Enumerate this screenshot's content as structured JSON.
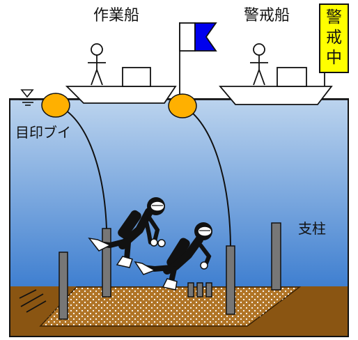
{
  "labels": {
    "work_boat": "作業船",
    "guard_boat": "警戒船",
    "marker_buoy": "目印ブイ",
    "support_post": "支柱",
    "warning_sign": [
      "警",
      "戒",
      "中"
    ]
  },
  "colors": {
    "water_top": "#bcd4ee",
    "water_bottom": "#3f7fd0",
    "seabed": "#8a5512",
    "sand_area": "#b07426",
    "buoy": "#ffb000",
    "flag_blue": "#0000ee",
    "sign": "#ffff00",
    "post": "#777777",
    "diver": "#111111"
  },
  "icons": [
    "person-icon",
    "flag-icon",
    "buoy-icon",
    "diver-icon",
    "water-level-icon"
  ]
}
